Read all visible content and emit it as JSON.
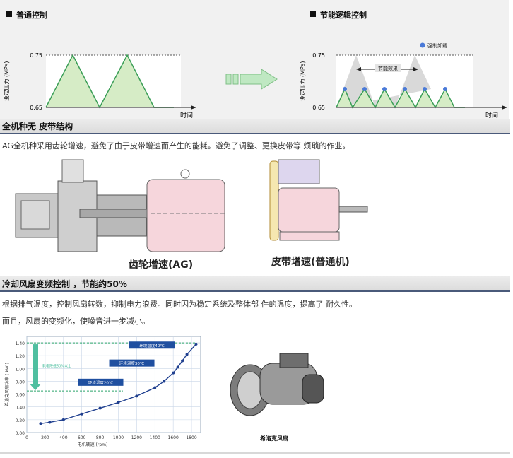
{
  "top": {
    "left_chart": {
      "title": "普通控制",
      "ylabel": "设定压力 (MPa)",
      "xlabel": "时间",
      "y_ticks": [
        "0.75",
        "0.65"
      ]
    },
    "right_chart": {
      "title": "节能逻辑控制",
      "ylabel": "设定压力 (MPa)",
      "xlabel": "时间",
      "y_ticks": [
        "0.75",
        "0.65"
      ],
      "legend_label": "强制卸载",
      "annotation": "节能效果"
    }
  },
  "section1": {
    "heading": "全机种无 皮带结构",
    "text": "AG全机种采用齿轮增速，避免了由于皮带增速而产生的能耗。避免了调整、更换皮带等 烦琐的作业。",
    "caption_left": "齿轮增速(AG)",
    "caption_right": "皮带增速(普通机)"
  },
  "section2": {
    "heading": "冷却风扇变频控制 ，节能约50%",
    "text1": "根据排气温度，控制风扇转数，抑制电力浪费。同时因为稳定系统及整体部 件的温度，提高了 耐久性。",
    "text2": "而且，风扇的变频化，使噪音进一步减小。",
    "fan_label": "希洛克风扇"
  },
  "chart_data": {
    "type": "line",
    "xlabel": "电机转速 (rpm)",
    "ylabel": "希洛克风扇功率 ( kW )",
    "xlim": [
      0,
      1900
    ],
    "ylim": [
      0,
      1.5
    ],
    "x_ticks": [
      "0",
      "200",
      "400",
      "600",
      "800",
      "1000",
      "1200",
      "1400",
      "1600",
      "1800"
    ],
    "y_ticks": [
      "0.00",
      "0.20",
      "0.40",
      "0.60",
      "0.80",
      "1.00",
      "1.20",
      "1.40"
    ],
    "series": [
      {
        "x": [
          150,
          250,
          400,
          600,
          800,
          1000,
          1200,
          1400,
          1500,
          1600,
          1650,
          1700,
          1750,
          1850
        ],
        "y": [
          0.14,
          0.16,
          0.2,
          0.29,
          0.38,
          0.47,
          0.57,
          0.7,
          0.8,
          0.93,
          1.02,
          1.12,
          1.22,
          1.38
        ]
      }
    ],
    "annotations": [
      {
        "label": "环境温度40℃"
      },
      {
        "label": "环境温度30℃"
      },
      {
        "label": "环境温度20℃"
      },
      {
        "label": "耗电降低50%以上"
      }
    ]
  }
}
